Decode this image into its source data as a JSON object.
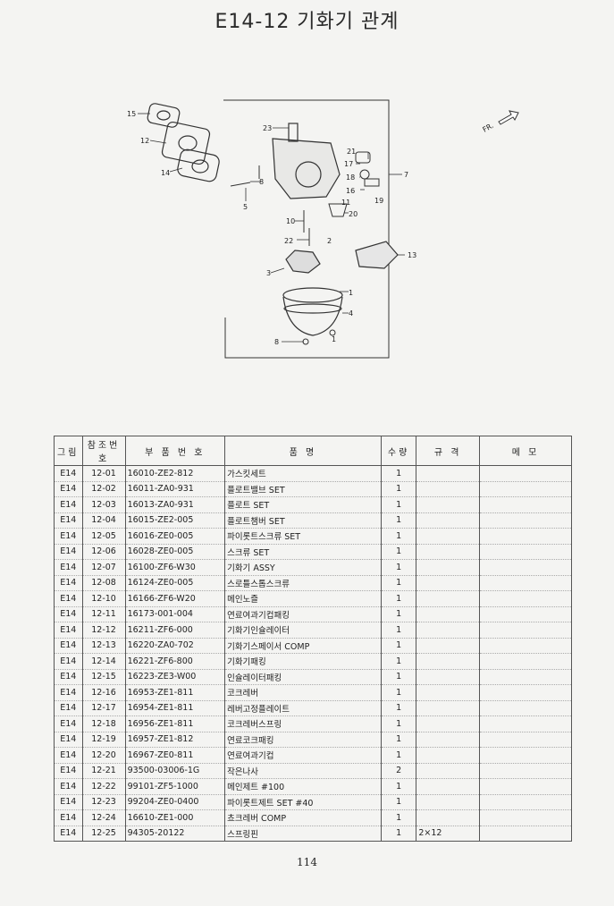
{
  "page_title": "E14-12  기화기 관계",
  "diagram": {
    "direction_label": "FR.",
    "callouts": [
      "1",
      "2",
      "3",
      "4",
      "5",
      "7",
      "8",
      "10",
      "11",
      "12",
      "13",
      "14",
      "15",
      "16",
      "17",
      "18",
      "19",
      "20",
      "21",
      "22",
      "23"
    ]
  },
  "table": {
    "headers": {
      "fig": "그림",
      "ref": "참조번호",
      "part_no": "부 품 번 호",
      "name": "품   명",
      "qty": "수량",
      "spec": "규 격",
      "memo": "메 모"
    },
    "rows": [
      {
        "fig": "E14",
        "ref": "12-01",
        "part_no": "16010-ZE2-812",
        "name": "가스킷세트",
        "qty": "1",
        "spec": ""
      },
      {
        "fig": "E14",
        "ref": "12-02",
        "part_no": "16011-ZA0-931",
        "name": "플로트밸브 SET",
        "qty": "1",
        "spec": ""
      },
      {
        "fig": "E14",
        "ref": "12-03",
        "part_no": "16013-ZA0-931",
        "name": "플로트 SET",
        "qty": "1",
        "spec": ""
      },
      {
        "fig": "E14",
        "ref": "12-04",
        "part_no": "16015-ZE2-005",
        "name": "플로트챔버 SET",
        "qty": "1",
        "spec": ""
      },
      {
        "fig": "E14",
        "ref": "12-05",
        "part_no": "16016-ZE0-005",
        "name": "파이롯트스크류 SET",
        "qty": "1",
        "spec": ""
      },
      {
        "fig": "E14",
        "ref": "12-06",
        "part_no": "16028-ZE0-005",
        "name": "스크류 SET",
        "qty": "1",
        "spec": ""
      },
      {
        "fig": "E14",
        "ref": "12-07",
        "part_no": "16100-ZF6-W30",
        "name": "기화기 ASSY",
        "qty": "1",
        "spec": ""
      },
      {
        "fig": "E14",
        "ref": "12-08",
        "part_no": "16124-ZE0-005",
        "name": "스로틀스톱스크류",
        "qty": "1",
        "spec": ""
      },
      {
        "fig": "E14",
        "ref": "12-10",
        "part_no": "16166-ZF6-W20",
        "name": "메인노즐",
        "qty": "1",
        "spec": ""
      },
      {
        "fig": "E14",
        "ref": "12-11",
        "part_no": "16173-001-004",
        "name": "연료여과기컵패킹",
        "qty": "1",
        "spec": ""
      },
      {
        "fig": "E14",
        "ref": "12-12",
        "part_no": "16211-ZF6-000",
        "name": "기화기인슐레이터",
        "qty": "1",
        "spec": ""
      },
      {
        "fig": "E14",
        "ref": "12-13",
        "part_no": "16220-ZA0-702",
        "name": "기화기스페이서 COMP",
        "qty": "1",
        "spec": ""
      },
      {
        "fig": "E14",
        "ref": "12-14",
        "part_no": "16221-ZF6-800",
        "name": "기화기패킹",
        "qty": "1",
        "spec": ""
      },
      {
        "fig": "E14",
        "ref": "12-15",
        "part_no": "16223-ZE3-W00",
        "name": "인슐레이터패킹",
        "qty": "1",
        "spec": ""
      },
      {
        "fig": "E14",
        "ref": "12-16",
        "part_no": "16953-ZE1-811",
        "name": "코크레버",
        "qty": "1",
        "spec": ""
      },
      {
        "fig": "E14",
        "ref": "12-17",
        "part_no": "16954-ZE1-811",
        "name": "레버고정플레이트",
        "qty": "1",
        "spec": ""
      },
      {
        "fig": "E14",
        "ref": "12-18",
        "part_no": "16956-ZE1-811",
        "name": "코크레버스프링",
        "qty": "1",
        "spec": ""
      },
      {
        "fig": "E14",
        "ref": "12-19",
        "part_no": "16957-ZE1-812",
        "name": "연료코크패킹",
        "qty": "1",
        "spec": ""
      },
      {
        "fig": "E14",
        "ref": "12-20",
        "part_no": "16967-ZE0-811",
        "name": "연료여과기컵",
        "qty": "1",
        "spec": ""
      },
      {
        "fig": "E14",
        "ref": "12-21",
        "part_no": "93500-03006-1G",
        "name": "작은나사",
        "qty": "2",
        "spec": ""
      },
      {
        "fig": "E14",
        "ref": "12-22",
        "part_no": "99101-ZF5-1000",
        "name": "메인제트 #100",
        "qty": "1",
        "spec": ""
      },
      {
        "fig": "E14",
        "ref": "12-23",
        "part_no": "99204-ZE0-0400",
        "name": "파이롯트제트 SET #40",
        "qty": "1",
        "spec": ""
      },
      {
        "fig": "E14",
        "ref": "12-24",
        "part_no": "16610-ZE1-000",
        "name": "쵸크레버 COMP",
        "qty": "1",
        "spec": ""
      },
      {
        "fig": "E14",
        "ref": "12-25",
        "part_no": "94305-20122",
        "name": "스프링핀",
        "qty": "1",
        "spec": "2×12"
      }
    ]
  },
  "page_number": "114"
}
